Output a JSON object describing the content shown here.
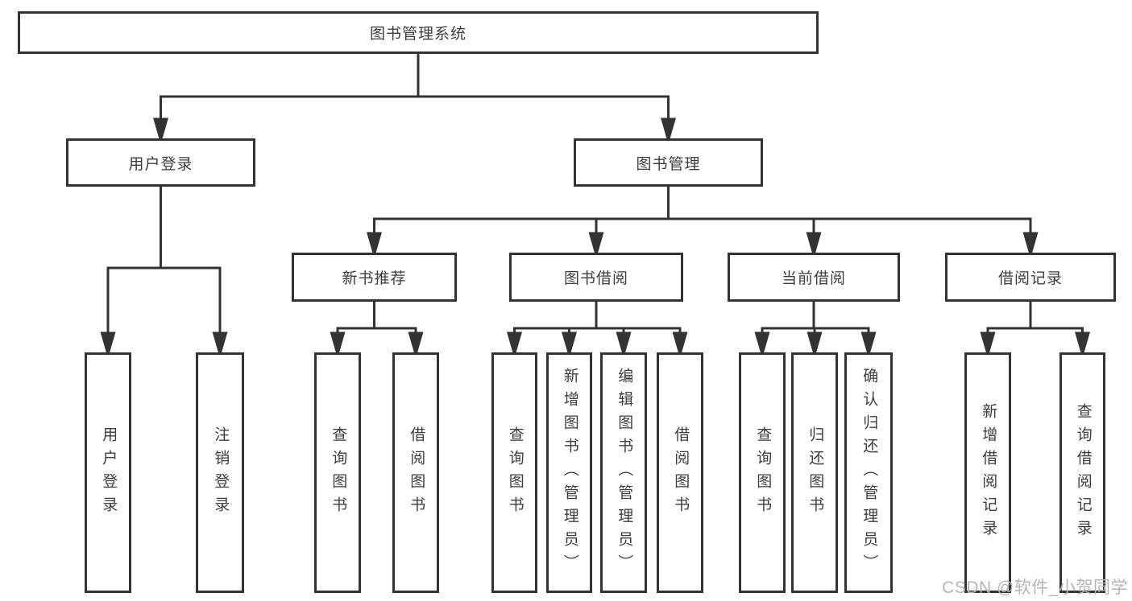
{
  "diagram": {
    "root": {
      "label": "图书管理系统"
    },
    "branches": [
      {
        "label": "用户登录",
        "children": [
          {
            "label": "用户登录"
          },
          {
            "label": "注销登录"
          }
        ]
      },
      {
        "label": "图书管理",
        "children": [
          {
            "label": "新书推荐",
            "children": [
              {
                "label": "查询图书"
              },
              {
                "label": "借阅图书"
              }
            ]
          },
          {
            "label": "图书借阅",
            "children": [
              {
                "label": "查询图书"
              },
              {
                "label": "新增图书（管理员）"
              },
              {
                "label": "编辑图书（管理员）"
              },
              {
                "label": "借阅图书"
              }
            ]
          },
          {
            "label": "当前借阅",
            "children": [
              {
                "label": "查询图书"
              },
              {
                "label": "归还图书"
              },
              {
                "label": "确认归还（管理员）"
              }
            ]
          },
          {
            "label": "借阅记录",
            "children": [
              {
                "label": "新增借阅记录"
              },
              {
                "label": "查询借阅记录"
              }
            ]
          }
        ]
      }
    ]
  },
  "watermark": {
    "text": "CSDN @软件_小贺同学"
  },
  "colors": {
    "line": "#333333",
    "text": "#3d3d3d",
    "box_bg": "#ffffff",
    "watermark": "#b5b5b5",
    "background": "#ffffff"
  }
}
